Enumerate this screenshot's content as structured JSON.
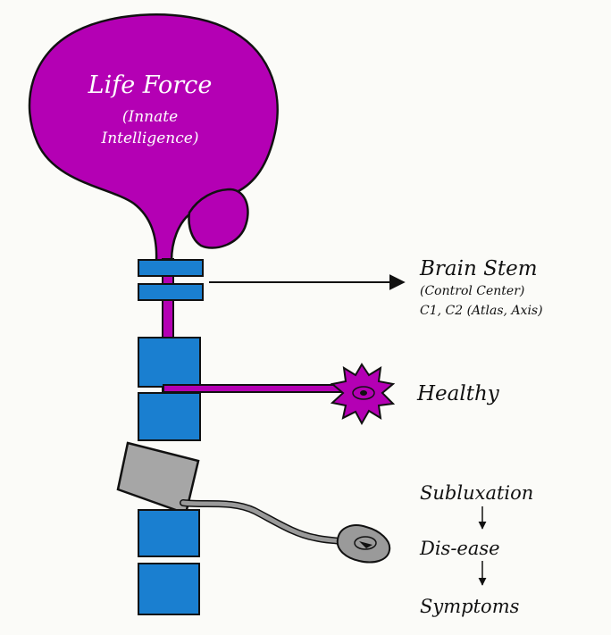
{
  "brain": {
    "title": "Life Force",
    "subtitle_line1": "(Innate",
    "subtitle_line2": "Intelligence)"
  },
  "labels": {
    "brain_stem_title": "Brain Stem",
    "brain_stem_sub1": "(Control Center)",
    "brain_stem_sub2": "C1, C2 (Atlas, Axis)",
    "healthy": "Healthy",
    "subluxation": "Subluxation",
    "dis_ease": "Dis-ease",
    "symptoms": "Symptoms"
  },
  "colors": {
    "life_force": "#b400b4",
    "vertebra": "#1a7fd0",
    "subluxated_vertebra": "#a6a6a6",
    "damaged_nerve": "#9a9a9a",
    "outline": "#111111"
  }
}
